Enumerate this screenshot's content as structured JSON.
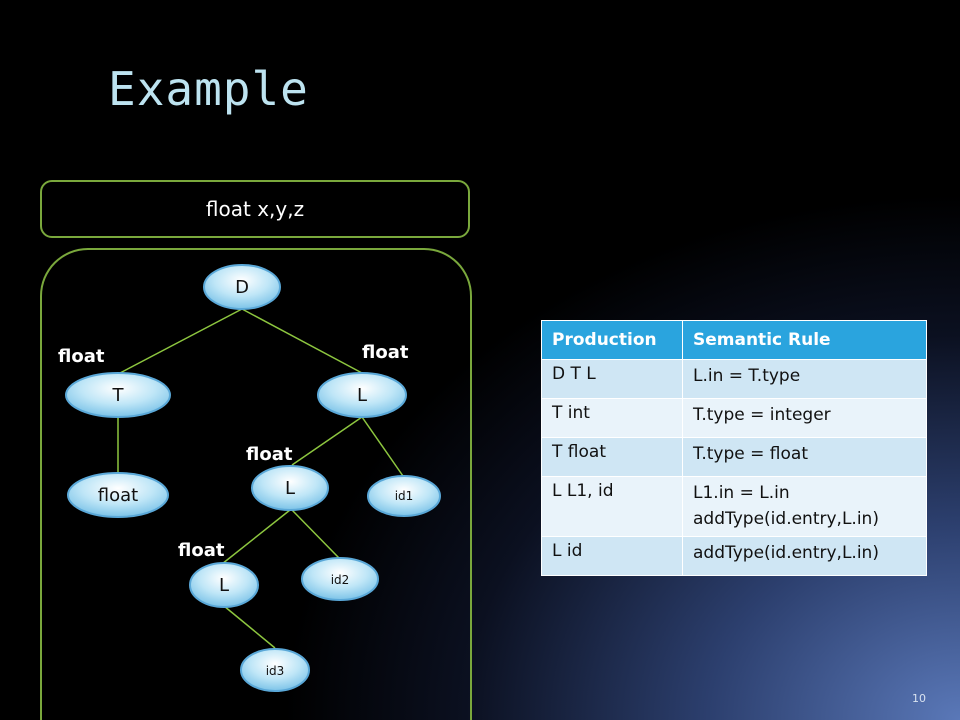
{
  "title": "Example",
  "input_box": {
    "text": "float x,y,z"
  },
  "tree": {
    "nodes": {
      "D": "D",
      "T": "T",
      "L1": "L",
      "float_leaf": "float",
      "L2": "L",
      "id1": "id1",
      "L3": "L",
      "id2": "id2",
      "id3": "id3"
    },
    "annotations": {
      "T": "float",
      "L1": "float",
      "L2": "float",
      "L3": "float"
    }
  },
  "table": {
    "headers": [
      "Production",
      "Semantic Rule"
    ],
    "rows": [
      {
        "production": "D  T L",
        "rule": "L.in = T.type"
      },
      {
        "production": "T  int",
        "rule": "T.type = integer"
      },
      {
        "production": "T  float",
        "rule": "T.type = float"
      },
      {
        "production": "L  L1, id",
        "rule": "L1.in = L.in\naddType(id.entry,L.in)"
      },
      {
        "production": "L  id",
        "rule": "addType(id.entry,L.in)"
      }
    ]
  },
  "page_number": "10",
  "colors": {
    "title": "#bde3f0",
    "frame": "#7aa83c",
    "node_fill": "#bfe6f7",
    "node_stroke": "#5aa8d8",
    "edge": "#8dc63f",
    "table_header": "#2aa4de",
    "row_odd": "#cfe6f4",
    "row_even": "#e9f3fa"
  }
}
